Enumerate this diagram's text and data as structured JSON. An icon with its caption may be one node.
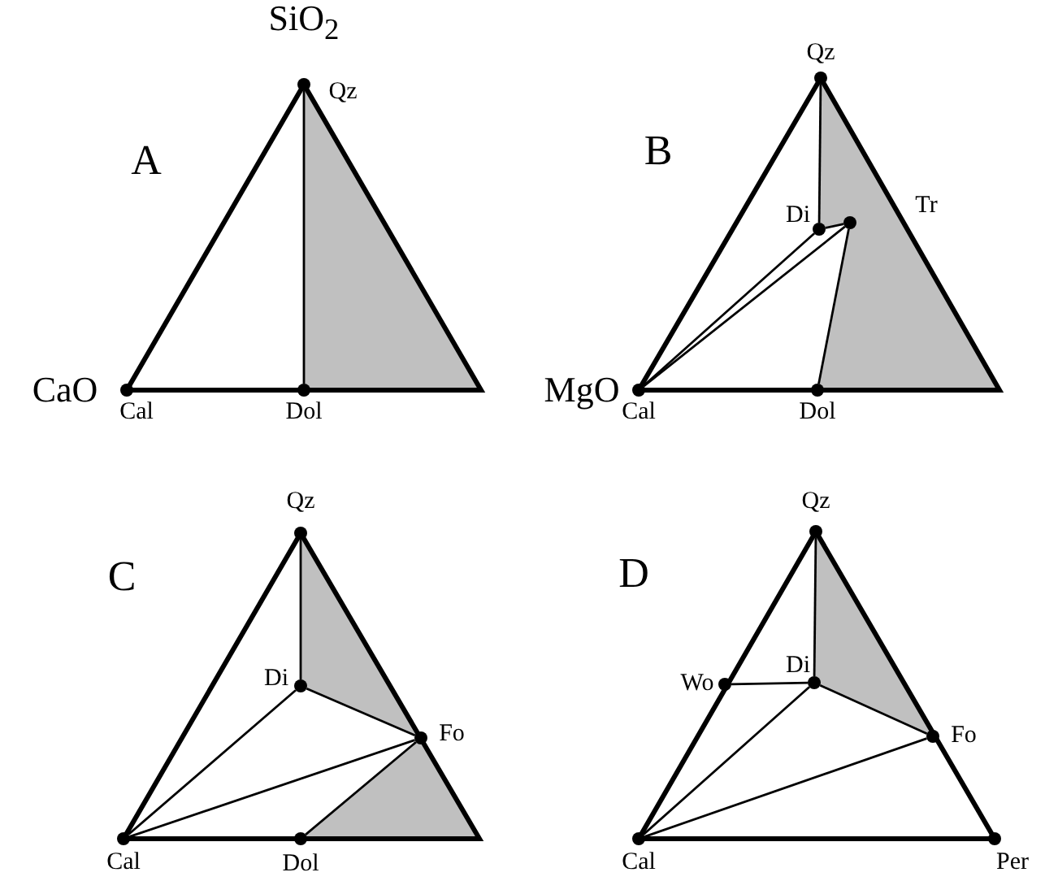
{
  "diagram": {
    "nodes": [
      {
        "text": [],
        "shape": "circle",
        "beside": [
          "Qz"
        ]
      },
      {
        "text": [],
        "shape": "circle",
        "beside": [
          "Cal"
        ]
      },
      {
        "text": [],
        "shape": "circle",
        "beside": [
          "Dol"
        ]
      },
      {
        "text": [],
        "shape": "circle",
        "beside": [
          "Qz"
        ]
      },
      {
        "text": [],
        "shape": "circle",
        "beside": [
          "Di"
        ]
      },
      {
        "text": [],
        "shape": "circle",
        "beside": [
          "Tr"
        ]
      },
      {
        "text": [],
        "shape": "circle",
        "beside": [
          "Cal"
        ]
      },
      {
        "text": [],
        "shape": "circle",
        "beside": [
          "Dol"
        ]
      },
      {
        "text": [],
        "shape": "circle",
        "beside": [
          "Qz"
        ]
      },
      {
        "text": [],
        "shape": "circle",
        "beside": [
          "Di"
        ]
      },
      {
        "text": [],
        "shape": "circle",
        "beside": [
          "Fo"
        ]
      },
      {
        "text": [],
        "shape": "circle",
        "beside": [
          "Cal"
        ]
      },
      {
        "text": [],
        "shape": "circle",
        "beside": [
          "Dol"
        ]
      },
      {
        "text": [],
        "shape": "circle",
        "beside": [
          "Qz"
        ]
      },
      {
        "text": [],
        "shape": "circle",
        "beside": [
          "Wo"
        ]
      },
      {
        "text": [],
        "shape": "circle",
        "beside": [
          "Di"
        ]
      },
      {
        "text": [],
        "shape": "circle",
        "beside": [
          "Fo"
        ]
      },
      {
        "text": [],
        "shape": "circle",
        "beside": [
          "Cal"
        ]
      },
      {
        "text": [],
        "shape": "circle",
        "beside": [
          "Per"
        ]
      }
    ],
    "edges": [
      {
        "from": 0,
        "to": 2,
        "arrow": "none"
      },
      {
        "from": 3,
        "to": 4,
        "arrow": "none"
      },
      {
        "from": 4,
        "to": 5,
        "arrow": "none"
      },
      {
        "from": 6,
        "to": 4,
        "arrow": "none"
      },
      {
        "from": 6,
        "to": 5,
        "arrow": "none"
      },
      {
        "from": 5,
        "to": 7,
        "arrow": "none"
      },
      {
        "from": 8,
        "to": 9,
        "arrow": "none"
      },
      {
        "from": 9,
        "to": 10,
        "arrow": "none"
      },
      {
        "from": 11,
        "to": 9,
        "arrow": "none"
      },
      {
        "from": 11,
        "to": 10,
        "arrow": "none"
      },
      {
        "from": 12,
        "to": 10,
        "arrow": "none"
      },
      {
        "from": 13,
        "to": 15,
        "arrow": "none"
      },
      {
        "from": 14,
        "to": 15,
        "arrow": "none"
      },
      {
        "from": 15,
        "to": 16,
        "arrow": "none"
      },
      {
        "from": 17,
        "to": 15,
        "arrow": "none"
      },
      {
        "from": 17,
        "to": 16,
        "arrow": "none"
      }
    ],
    "labels": [
      "SiO$_{2}$",
      "A",
      "B",
      "CaO",
      "MgO",
      "C",
      "D"
    ]
  }
}
